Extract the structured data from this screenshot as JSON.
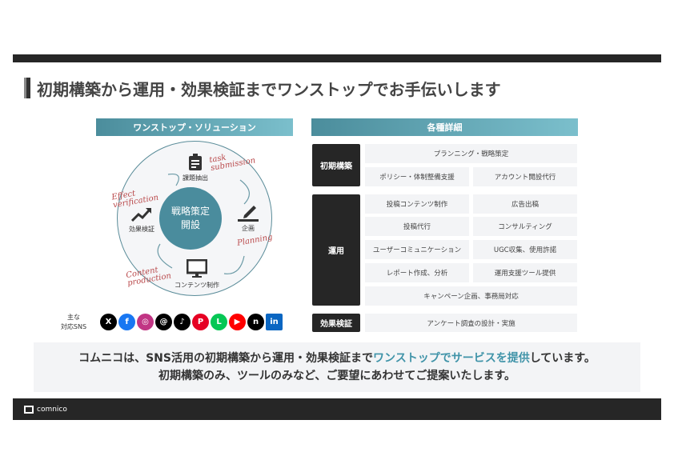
{
  "title": "初期構築から運用・効果検証までワンストップでお手伝いします",
  "left": {
    "header": "ワンストップ・ソリューション",
    "core": [
      "戦略策定",
      "開設"
    ],
    "nodes": {
      "top": "課題抽出",
      "right": "企画",
      "bottom": "コンテンツ制作",
      "left": "効果検証"
    },
    "scripts": {
      "top": "task submission",
      "right": "Planning",
      "bottom": "Content production",
      "left": "Effect verification"
    },
    "sns_label": [
      "主な",
      "対応SNS"
    ],
    "sns": [
      {
        "name": "x",
        "glyph": "X",
        "color": "#000000"
      },
      {
        "name": "facebook",
        "glyph": "f",
        "color": "#1877f2"
      },
      {
        "name": "instagram",
        "glyph": "◎",
        "color": "#c13584"
      },
      {
        "name": "threads",
        "glyph": "@",
        "color": "#000000"
      },
      {
        "name": "tiktok",
        "glyph": "♪",
        "color": "#000000"
      },
      {
        "name": "pinterest",
        "glyph": "P",
        "color": "#e60023"
      },
      {
        "name": "line",
        "glyph": "L",
        "color": "#06c755"
      },
      {
        "name": "youtube",
        "glyph": "▶",
        "color": "#ff0000"
      },
      {
        "name": "note",
        "glyph": "n",
        "color": "#000000"
      },
      {
        "name": "linkedin",
        "glyph": "in",
        "color": "#0a66c2"
      }
    ]
  },
  "right": {
    "header": "各種詳細",
    "groups": [
      {
        "label": "初期構築",
        "items": [
          "プランニング・戦略策定",
          "ポリシー・体制整備支援",
          "アカウント開設代行"
        ]
      },
      {
        "label": "運用",
        "items": [
          "投稿コンテンツ制作",
          "広告出稿",
          "投稿代行",
          "コンサルティング",
          "ユーザーコミュニケーション",
          "UGC収集、使用許諾",
          "レポート作成、分析",
          "運用支援ツール提供",
          "キャンペーン企画、事務局対応"
        ]
      },
      {
        "label": "効果検証",
        "items": [
          "アンケート調査の設計・実施"
        ]
      }
    ]
  },
  "message": {
    "line1a": "コムニコは、SNS活用の初期構築から運用・効果検証まで",
    "line1b": "ワンストップでサービスを提供",
    "line1c": "しています。",
    "line2": "初期構築のみ、ツールのみなど、ご要望にあわせてご提案いたします。"
  },
  "footer": {
    "logo": "comnico"
  }
}
